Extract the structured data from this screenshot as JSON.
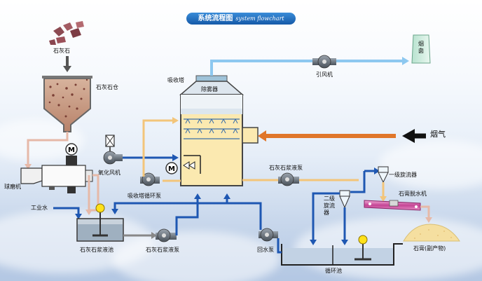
{
  "title": {
    "cn": "系统流程图",
    "en": "system flowchart"
  },
  "labels": {
    "limestone": "石灰石",
    "limestone_bin": "石灰石仓",
    "absorber": "吸收塔",
    "demister": "除雾器",
    "induced_fan": "引风机",
    "chimney": "烟囱",
    "flue_gas": "烟气",
    "oxidation_fan": "氧化风机",
    "ball_mill": "球磨机",
    "circulation_pump": "吸收塔循环泵",
    "process_water": "工业水",
    "slurry_tank": "石灰石浆液池",
    "slurry_pump_lower": "石灰石浆液泵",
    "slurry_pump_upper": "石灰石浆液泵",
    "cyclone_1": "一级旋流器",
    "cyclone_2": "二级旋流器",
    "gypsum_dewatering": "石膏脱水机",
    "return_pump": "回水泵",
    "circulation_tank": "循环池",
    "gypsum": "石膏(副产物)",
    "motor_symbol": "M"
  },
  "colors": {
    "water_line": "#1e57b2",
    "slurry_line": "#f3c57a",
    "air_line": "#8dc8f0",
    "flue_line": "#e0762a",
    "absorber_fill": "#fbe9b0",
    "title_bg": "#1f6fc4"
  }
}
